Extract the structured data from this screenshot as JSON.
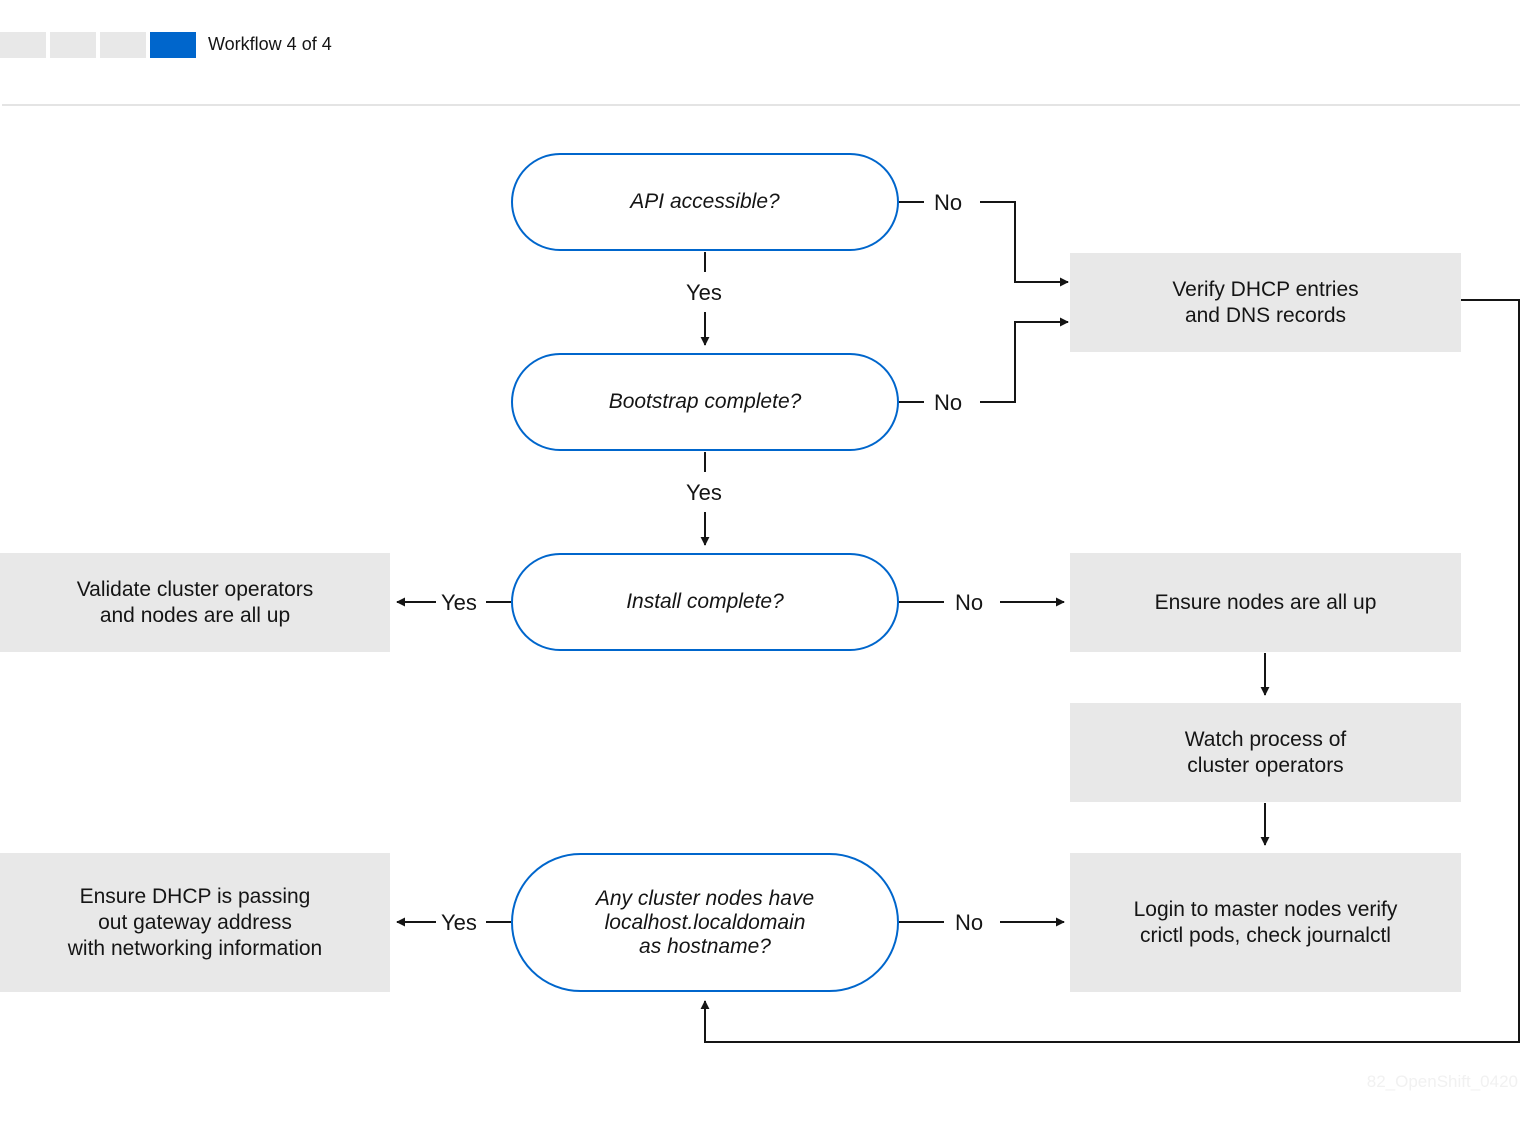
{
  "header": {
    "progress": {
      "current": 4,
      "total": 4
    },
    "label": "Workflow 4 of 4",
    "accent_color": "#0066cc",
    "inactive_color": "#e8e8e8"
  },
  "nodes": {
    "api": "API accessible?",
    "bootstrap": "Bootstrap complete?",
    "install": "Install complete?",
    "localhost": {
      "line1": "Any cluster nodes have",
      "line2": "localhost.localdomain",
      "line3": "as hostname?"
    },
    "verify_dhcp": {
      "line1": "Verify DHCP entries",
      "line2": "and DNS records"
    },
    "validate": {
      "line1": "Validate cluster operators",
      "line2": "and nodes are all up"
    },
    "ensure_nodes": "Ensure nodes are all up",
    "watch": {
      "line1": "Watch process of",
      "line2": "cluster operators"
    },
    "login": {
      "line1": "Login to master nodes verify",
      "line2": "crictl pods, check journalctl"
    },
    "ensure_dhcp": {
      "line1": "Ensure DHCP is passing",
      "line2": "out gateway address",
      "line3": "with networking information"
    }
  },
  "edge_labels": {
    "yes": "Yes",
    "no": "No"
  },
  "watermark": "82_OpenShift_0420",
  "colors": {
    "decision_border": "#0066cc",
    "process_fill": "#e8e8e8",
    "line": "#151515"
  }
}
